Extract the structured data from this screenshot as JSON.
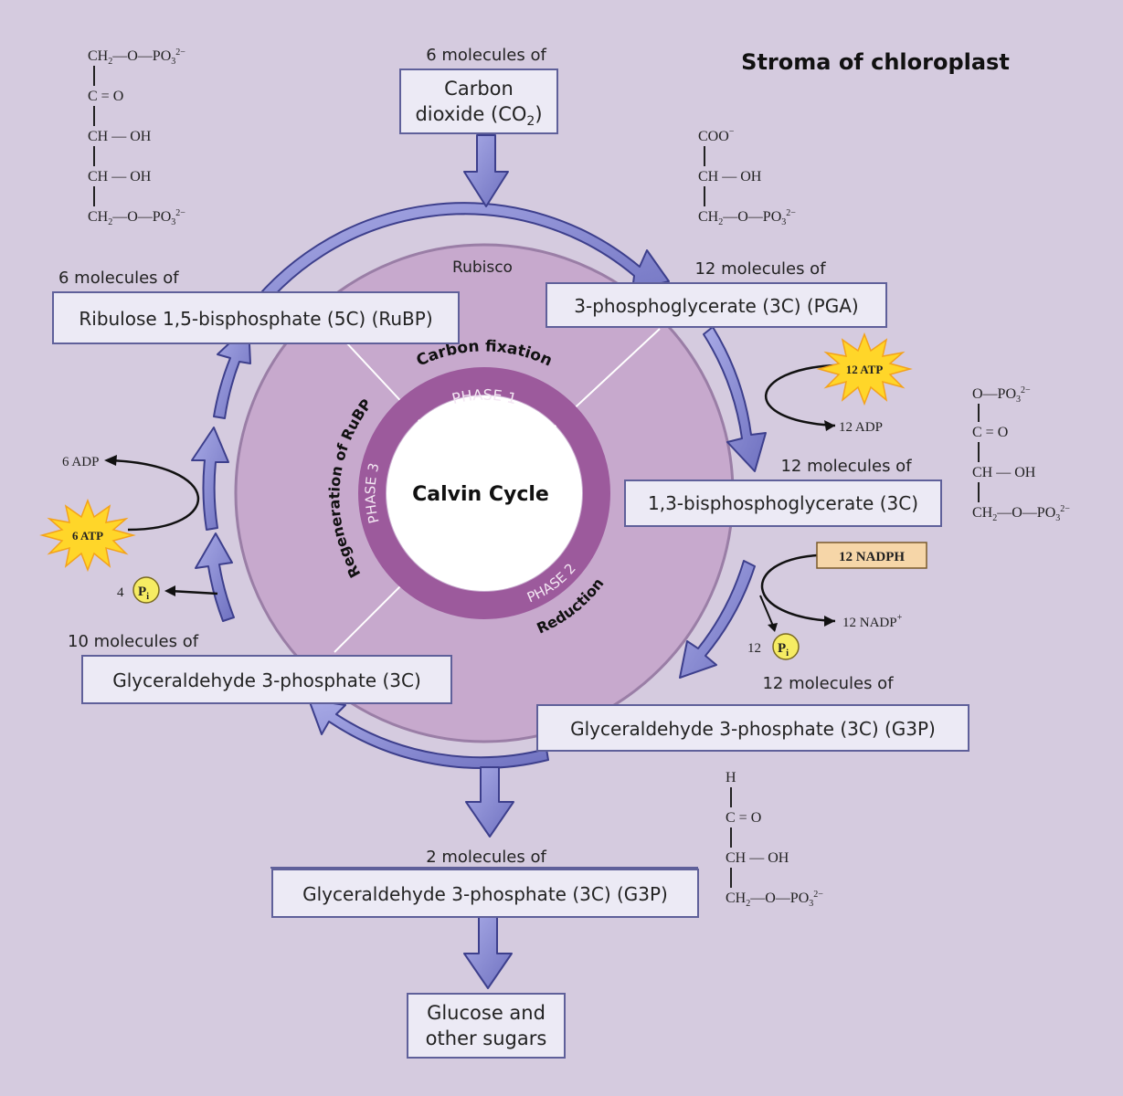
{
  "title": "Stroma of chloroplast",
  "center_label": "Calvin Cycle",
  "enzyme_label": "Rubisco",
  "phases": {
    "p1": "PHASE 1",
    "p1_name": "Carbon fixation",
    "p2": "PHASE 2",
    "p2_name": "Reduction",
    "p3": "PHASE 3",
    "p3_name": "Regeneration of RuBP"
  },
  "co2": {
    "count": "6 molecules of",
    "line1": "Carbon",
    "line2": "dioxide (CO",
    "sub": "2",
    "close": ")"
  },
  "pga": {
    "count": "12 molecules of",
    "label": "3-phosphoglycerate (3C) (PGA)"
  },
  "bpg": {
    "count": "12 molecules of",
    "label": "1,3-bisphosphoglycerate (3C)"
  },
  "g3p12": {
    "count": "12 molecules of",
    "label": "Glyceraldehyde 3-phosphate (3C) (G3P)"
  },
  "g3p10": {
    "count": "10 molecules of",
    "label": "Glyceraldehyde 3-phosphate (3C)"
  },
  "rubp": {
    "count": "6 molecules of",
    "label": "Ribulose 1,5-bisphosphate (5C) (RuBP)"
  },
  "g3p2": {
    "count": "2 molecules of",
    "label": "Glyceraldehyde 3-phosphate (3C) (G3P)"
  },
  "glucose": {
    "line1": "Glucose and",
    "line2": "other sugars"
  },
  "energy": {
    "atp12": "12 ATP",
    "adp12": "12 ADP",
    "nadph12": "12 NADPH",
    "nadp12": "12 NADP",
    "nadp_sup": "+",
    "pi12_count": "12",
    "atp6": "6 ATP",
    "adp6": "6 ADP",
    "pi4_count": "4",
    "pi_letter": "P",
    "pi_sub": "i"
  },
  "structures": {
    "rubp": {
      "l1": "CH",
      "l1s": "2",
      "l1e": "—O—PO",
      "l1s2": "3",
      "l1sup": "2−",
      "l2": "C = O",
      "l3": "CH — OH",
      "l4": "CH — OH",
      "l5": "CH",
      "l5s": "2",
      "l5e": "—O—PO",
      "l5s2": "3",
      "l5sup": "2−"
    },
    "pga": {
      "l1": "COO",
      "l1sup": "−",
      "l2": "CH — OH",
      "l3": "CH",
      "l3s": "2",
      "l3e": "—O—PO",
      "l3s2": "3",
      "l3sup": "2−"
    },
    "bpg": {
      "l1": "O—PO",
      "l1s": "3",
      "l1sup": "2−",
      "l2": "C = O",
      "l3": "CH — OH",
      "l4": "CH",
      "l4s": "2",
      "l4e": "—O—PO",
      "l4s2": "3",
      "l4sup": "2−"
    },
    "g3p": {
      "l1": "H",
      "l2": "C = O",
      "l3": "CH — OH",
      "l4": "CH",
      "l4s": "2",
      "l4e": "—O—PO",
      "l4s2": "3",
      "l4sup": "2−"
    }
  },
  "colors": {
    "background": "#d5cbdf",
    "disk": "#c7a9cd",
    "phase_ring": "#9c5a9c",
    "center": "#ffffff",
    "arrow_fill": "#8c8ed2",
    "arrow_stroke": "#3d3f8c",
    "box_fill": "#eceaf5",
    "box_stroke": "#5f609a",
    "atp_star": "#ffd629",
    "pi_circle": "#f6ec63",
    "nadph_fill": "#f6d6a8"
  }
}
